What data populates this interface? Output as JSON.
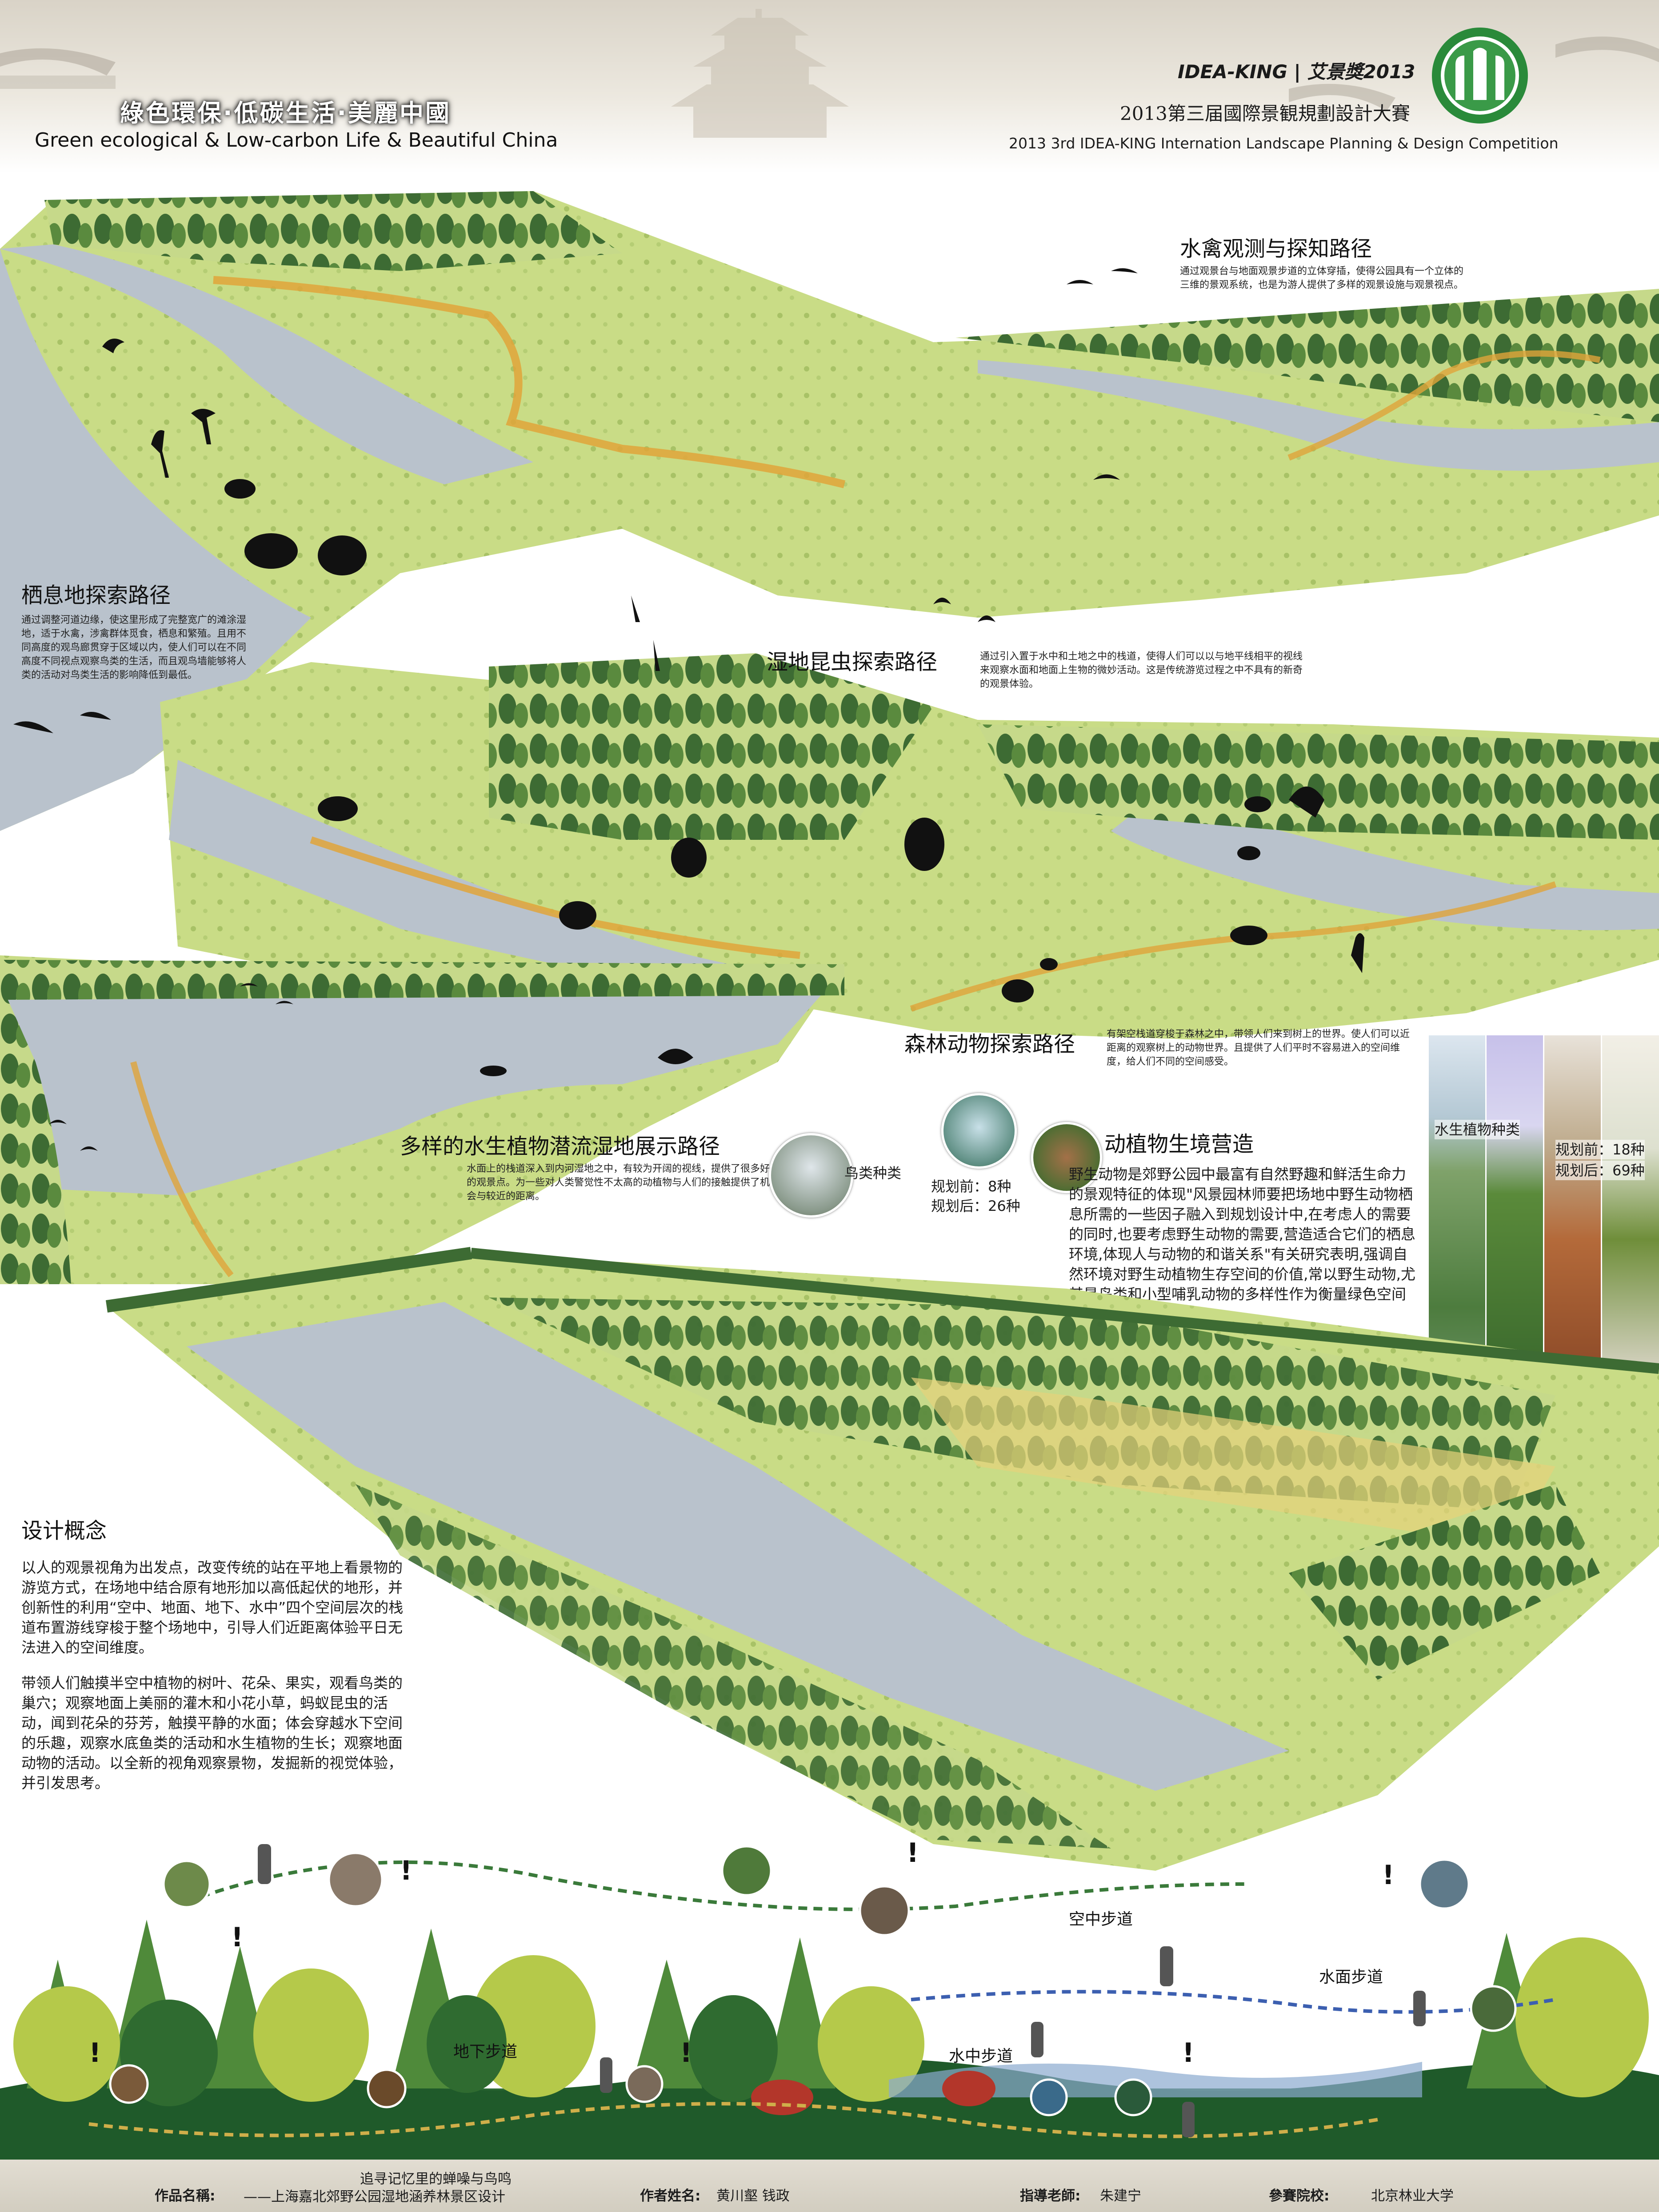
{
  "header": {
    "slogan_zh": "綠色環保·低碳生活·美麗中國",
    "slogan_en": "Green ecological & Low-carbon Life & Beautiful China",
    "brand": "IDEA-KING | 艾景獎2013",
    "competition_zh": "2013第三届國際景観規劃設計大賽",
    "competition_en": "2013 3rd IDEA-KING Internation Landscape Planning & Design Competition"
  },
  "sections": {
    "waterfowl": {
      "title": "水禽观测与探知路径",
      "text": "通过观景台与地面观景步道的立体穿插，使得公园具有一个立体的三维的景观系统，也是为游人提供了多样的观景设施与观景视点。"
    },
    "habitat": {
      "title": "栖息地探索路径",
      "text": "通过调整河道边缘，使这里形成了完整宽广的滩涂湿地，适于水禽，涉禽群体觅食，栖息和繁殖。且用不同高度的观鸟廊贯穿于区域以内，使人们可以在不同高度不同视点观察鸟类的生活，而且观鸟墙能够将人类的活动对鸟类生活的影响降低到最低。"
    },
    "insects": {
      "title": "湿地昆虫探索路径",
      "text": "通过引入置于水中和土地之中的栈道，使得人们可以以与地平线相平的视线来观察水面和地面上生物的微妙活动。这是传统游览过程之中不具有的新奇的观景体验。"
    },
    "forest": {
      "title": "森林动物探索路径",
      "text": "有架空栈道穿梭于森林之中，带领人们来到树上的世界。使人们可以近距离的观察树上的动物世界。且提供了人们平时不容易进入的空间维度，给人们不同的空间感受。"
    },
    "aquatic": {
      "title": "多样的水生植物潜流湿地展示路径",
      "text": "水面上的栈道深入到内河湿地之中，有较为开阔的视线，提供了很多好的观景点。为一些对人类警觉性不太高的动植物与人们的接触提供了机会与较近的距离。"
    },
    "habitat_build": {
      "title": "动植物生境营造",
      "text": "野生动物是郊野公园中最富有自然野趣和鲜活生命力的景观特征的体现\"风景园林师要把场地中野生动物栖息所需的一些因子融入到规划设计中,在考虑人的需要的同时,也要考虑野生动物的需要,营造适合它们的栖息环境,体现人与动物的和谐关系\"有关研究表明,强调自然环境对野生动植物生存空间的价值,常以野生动物,尤其是鸟类和小型哺乳动物的多样性作为衡量绿色空间质量的重要标志。"
    },
    "concept": {
      "title": "设计概念",
      "para1": "以人的观景视角为出发点，改变传统的站在平地上看景物的游览方式，在场地中结合原有地形加以高低起伏的地形，并创新性的利用“空中、地面、地下、水中”四个空间层次的栈道布置游线穿梭于整个场地中，引导人们近距离体验平日无法进入的空间维度。",
      "para2": "带领人们触摸半空中植物的树叶、花朵、果实，观看鸟类的巢穴；观察地面上美丽的灌木和小花小草，蚂蚁昆虫的活动，闻到花朵的芬芳，触摸平静的水面；体会穿越水下空间的乐趣，观察水底鱼类的活动和水生植物的生长；观察地面动物的活动。以全新的视角观察景物，发掘新的视觉体验，并引发思考。"
    }
  },
  "stats": {
    "birds": {
      "label": "鸟类种类",
      "before": "规划前：8种",
      "after": "规划后：26种"
    },
    "aquatic_plants": {
      "label": "水生植物种类",
      "before": "规划前：18种",
      "after": "规划后：69种"
    }
  },
  "paths": {
    "air": "空中步道",
    "water_surface": "水面步道",
    "underground": "地下步道",
    "underwater": "水中步道"
  },
  "footer": {
    "work_label": "作品名稱:",
    "work_title_1": "追寻记忆里的蝉噪与鸟鸣",
    "work_title_2": "——上海嘉北郊野公园湿地涵养林景区设计",
    "author_label": "作者姓名:",
    "authors": "黄川壑  钱政",
    "teacher_label": "指導老師:",
    "teacher": "朱建宁",
    "school_label": "參賽院校:",
    "school": "北京林业大学"
  },
  "colors": {
    "water": "#b9c2cc",
    "grass": "#c9dc86",
    "tree_dark": "#2f5a2c",
    "tree_mid": "#4f7d39",
    "boardwalk": "#e0a43a",
    "footer_bg": "#d6d1c5"
  }
}
